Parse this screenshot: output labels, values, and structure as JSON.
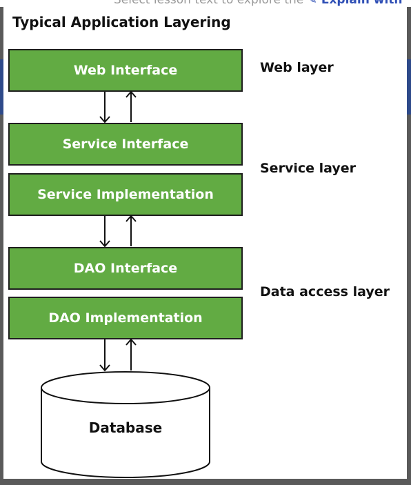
{
  "background": {
    "text": "Select lesson text to explore the",
    "link": "Explain with"
  },
  "diagram": {
    "title": "Typical Application Layering",
    "boxes": {
      "web_interface": "Web Interface",
      "service_interface": "Service Interface",
      "service_implementation": "Service Implementation",
      "dao_interface": "DAO Interface",
      "dao_implementation": "DAO Implementation"
    },
    "database": "Database",
    "layers": {
      "web": "Web layer",
      "service": "Service layer",
      "data_access": "Data access layer"
    }
  },
  "colors": {
    "box_fill": "#62ab43",
    "box_border": "#1e1e1e",
    "box_text": "#ffffff",
    "overlay": "#5a5a5a"
  },
  "icons": [
    "down-arrow-icon",
    "up-arrow-icon",
    "database-cylinder-icon"
  ]
}
